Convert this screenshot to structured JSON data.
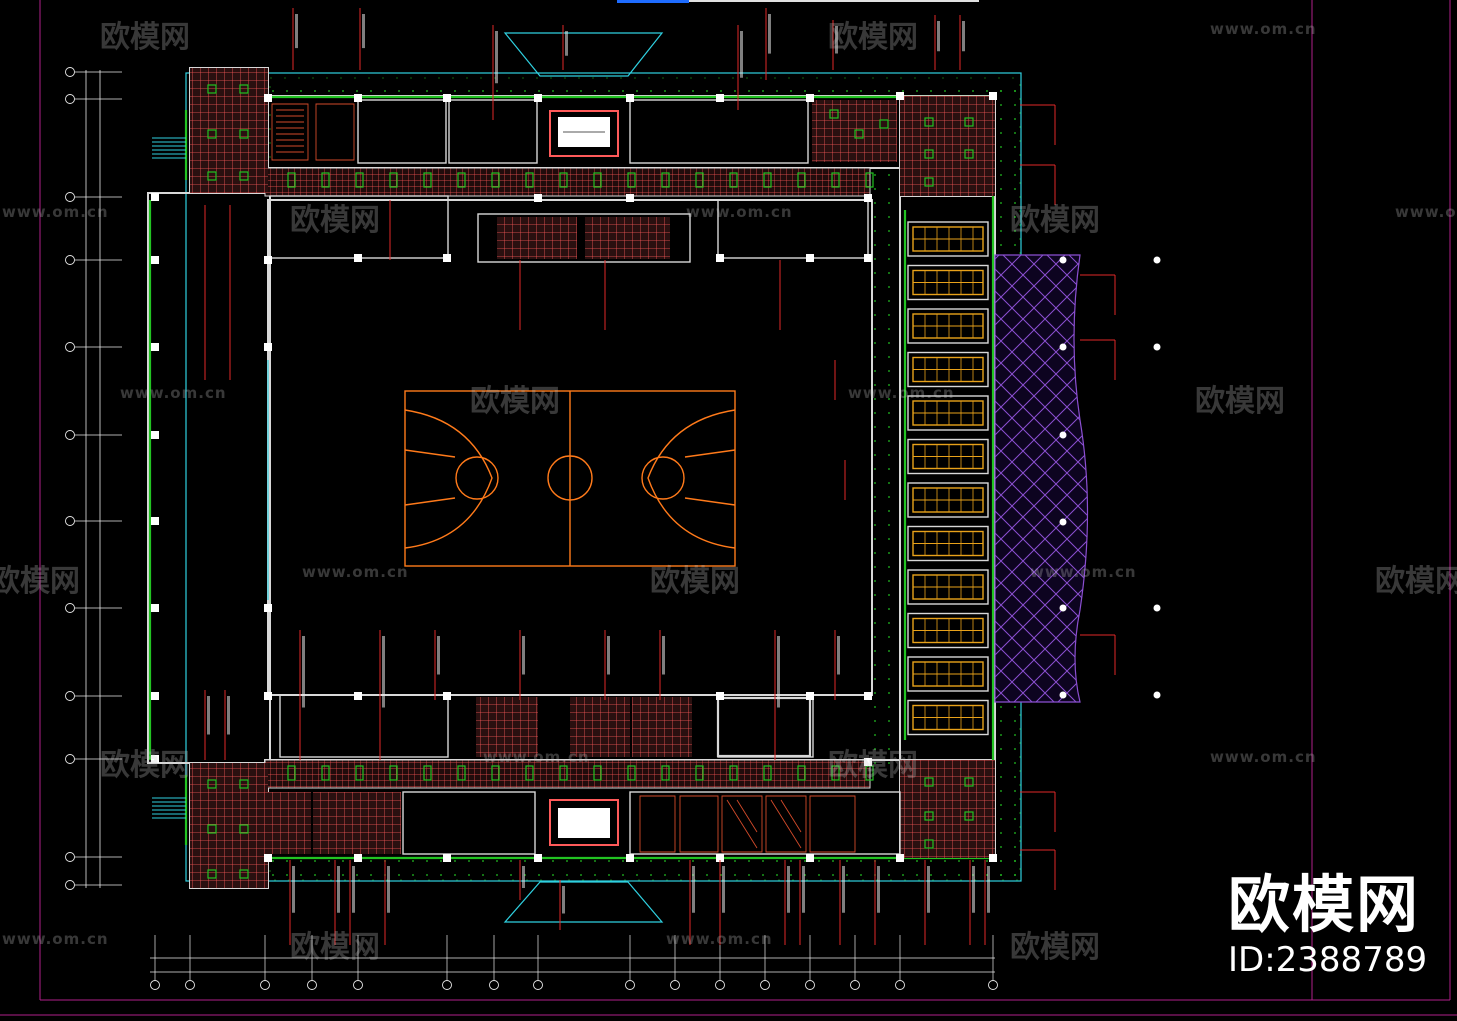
{
  "drawing": {
    "background": "#000000",
    "colors": {
      "wall": "#d8d8d8",
      "accent_green": "#22c322",
      "tile_red": "#ff5a5a",
      "court_orange": "#ff7a1a",
      "stair_gold": "#e8a21a",
      "canopy_purple": "#8b4fd1",
      "leader_red": "#e02828",
      "frame_magenta": "#b0208a",
      "cyan_edge": "#2fd0e0",
      "axis": "#e8e8e8"
    },
    "icons": [
      "wall-column",
      "tile-grid",
      "basketball-court",
      "stair",
      "axis-bubble",
      "leader-line"
    ]
  },
  "watermarks": {
    "site_url": "www.om.cn",
    "site_cn": "欧模网"
  },
  "brand": {
    "name": "欧模网",
    "id_text": "ID:2388789"
  }
}
